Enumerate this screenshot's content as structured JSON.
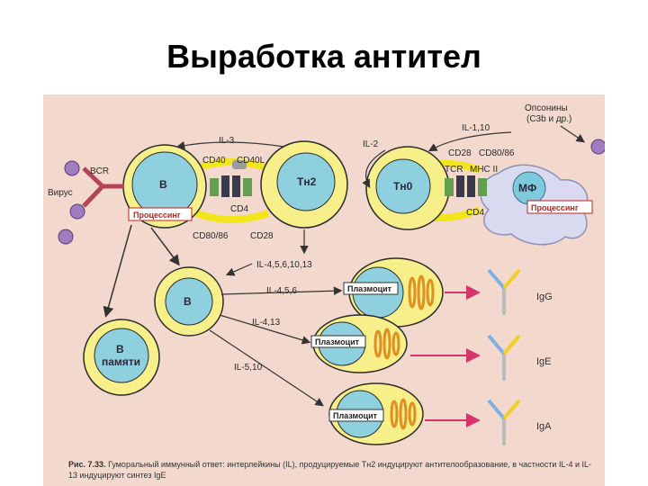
{
  "slide": {
    "title": "Выработка антител"
  },
  "figure": {
    "cells": {
      "b1": "В",
      "th2": "Тн2",
      "th0": "Тн0",
      "mf": "МФ",
      "b2": "В",
      "memory_line1": "В",
      "memory_line2": "памяти"
    },
    "labels": {
      "bcr": "BCR",
      "virus": "Вирус",
      "processing_b": "Процессинг",
      "processing_mf": "Процессинг",
      "opsonins_line1": "Опсонины",
      "opsonins_line2": "(C3b и др.)",
      "il3": "IL-3",
      "il2": "IL-2",
      "il110": "IL-1,10",
      "cd40": "CD40",
      "cd40l": "CD40L",
      "cd4_left": "CD4",
      "cd80_left": "CD80/86",
      "cd28_left": "CD28",
      "cd28_right": "CD28",
      "cd80_right": "CD80/86",
      "tcr": "TCR",
      "mhc": "MHC II",
      "cd4_right": "CD4",
      "il_4_5_6_10_13": "IL-4,5,6,10,13",
      "il_4_5_6": "IL-4,5,6",
      "il_4_13": "IL-4,13",
      "il_5_10": "IL-5,10"
    },
    "plasmacytes": [
      "Плазмоцит",
      "Плазмоцит",
      "Плазмоцит"
    ],
    "antibodies": [
      "IgG",
      "IgE",
      "IgA"
    ],
    "caption": {
      "number": "Рис. 7.33.",
      "text": "Гуморальный иммунный ответ: интерлейкины (IL), продуцируемые Тн2 индуцируют антителообразование, в частности IL-4 и IL-13 индуцируют синтез IgE"
    }
  }
}
